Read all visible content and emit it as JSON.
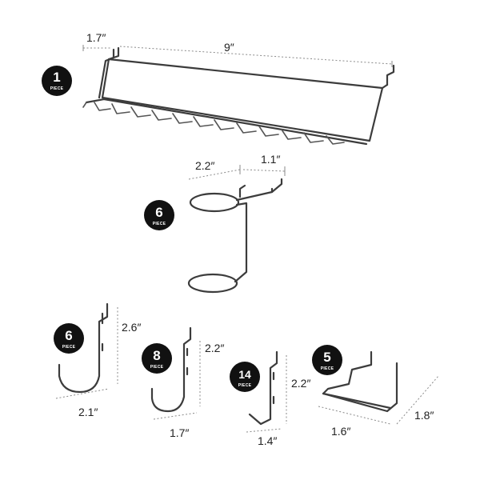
{
  "parts": [
    {
      "qty": "1",
      "unit": "PIECE",
      "dims": [
        "1.7″",
        "9″"
      ]
    },
    {
      "qty": "6",
      "unit": "PIECE",
      "dims": [
        "2.2″",
        "1.1″"
      ]
    },
    {
      "qty": "6",
      "unit": "PIECE",
      "dims": [
        "2.6″",
        "2.1″"
      ]
    },
    {
      "qty": "8",
      "unit": "PIECE",
      "dims": [
        "2.2″",
        "1.7″"
      ]
    },
    {
      "qty": "14",
      "unit": "PIECE",
      "dims": [
        "2.2″",
        "1.4″"
      ]
    },
    {
      "qty": "5",
      "unit": "PIECE",
      "dims": [
        "1.6″",
        "1.8″"
      ]
    }
  ]
}
